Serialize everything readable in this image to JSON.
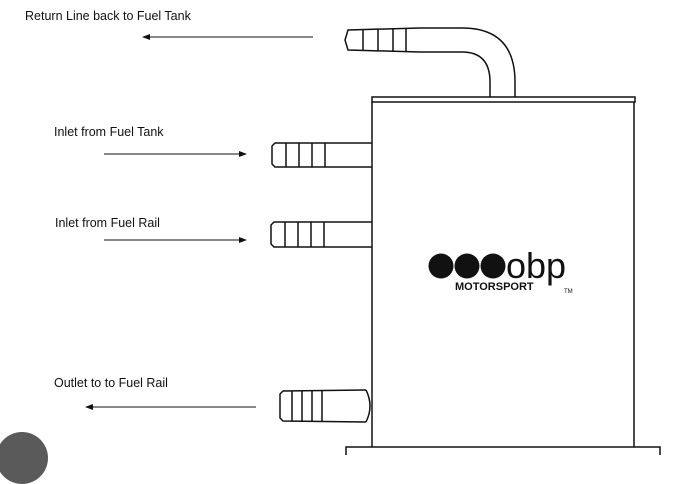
{
  "labels": {
    "return_line": "Return Line back to Fuel Tank",
    "inlet_tank": "Inlet from Fuel Tank",
    "inlet_rail": "Inlet from Fuel Rail",
    "outlet_rail": "Outlet to to Fuel Rail"
  },
  "logo": {
    "brand": "obp",
    "sub": "MOTORSPORT",
    "tm": "TM"
  },
  "colors": {
    "line": "#111111",
    "background": "#ffffff"
  },
  "icons": {
    "corner_button": "bag-icon"
  }
}
